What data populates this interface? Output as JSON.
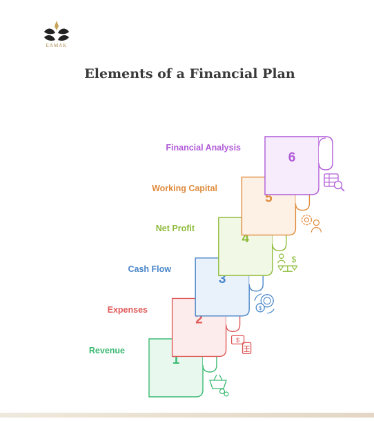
{
  "brand": {
    "logo_text": "EAMAK",
    "logo_color": "#a88a4a"
  },
  "title": "Elements of a Financial Plan",
  "steps": [
    {
      "number": "1",
      "label": "Revenue",
      "color": "#3dba73",
      "fill": "#e8f8ef",
      "icon": "basket-money-icon"
    },
    {
      "number": "2",
      "label": "Expenses",
      "color": "#e05a5a",
      "fill": "#fdecec",
      "icon": "cash-calculator-icon"
    },
    {
      "number": "3",
      "label": "Cash Flow",
      "color": "#4a86c8",
      "fill": "#e9f1fb",
      "icon": "coins-cycle-icon"
    },
    {
      "number": "4",
      "label": "Net Profit",
      "color": "#8dbb3a",
      "fill": "#f2f8e6",
      "icon": "balance-scale-icon"
    },
    {
      "number": "5",
      "label": "Working Capital",
      "color": "#e08a3c",
      "fill": "#fdf1e6",
      "icon": "gears-person-icon"
    },
    {
      "number": "6",
      "label": "Financial Analysis",
      "color": "#b05ad8",
      "fill": "#f6ecfb",
      "icon": "table-magnifier-icon"
    }
  ]
}
